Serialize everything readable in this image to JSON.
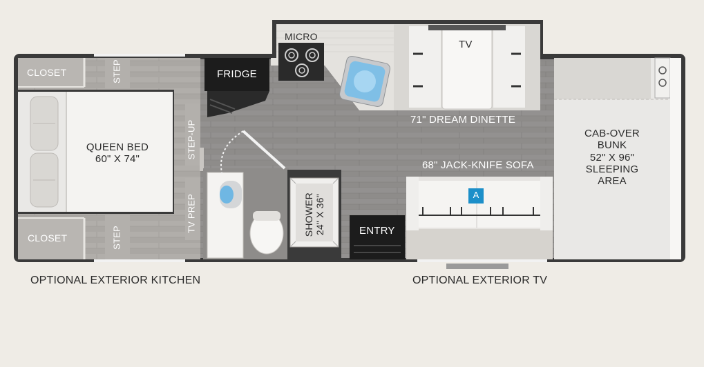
{
  "labels": {
    "closet_top": "CLOSET",
    "closet_bottom": "CLOSET",
    "step_top": "STEP",
    "step_bottom": "STEP",
    "queen_bed": "QUEEN BED",
    "queen_bed_size": "60\" X 74\"",
    "step_up": "STEP-UP",
    "tv_prep": "TV PREP",
    "fridge": "FRIDGE",
    "micro": "MICRO",
    "tv": "TV",
    "dinette": "71\" DREAM DINETTE",
    "sofa": "68\" JACK-KNIFE SOFA",
    "sofa_badge": "A",
    "shower": "SHOWER",
    "shower_size": "24\" X 36\"",
    "entry": "ENTRY",
    "bunk_line1": "CAB-OVER",
    "bunk_line2": "BUNK",
    "bunk_line3": "52\" X 96\"",
    "bunk_line4": "SLEEPING",
    "bunk_line5": "AREA"
  },
  "footer": {
    "left": "OPTIONAL EXTERIOR KITCHEN",
    "right": "OPTIONAL EXTERIOR TV"
  },
  "colors": {
    "background": "#efece6",
    "wall": "#3a3a3a",
    "floor": "#8c8a88",
    "bedroom_floor": "#a9a6a2",
    "badge": "#1c8fc9"
  }
}
